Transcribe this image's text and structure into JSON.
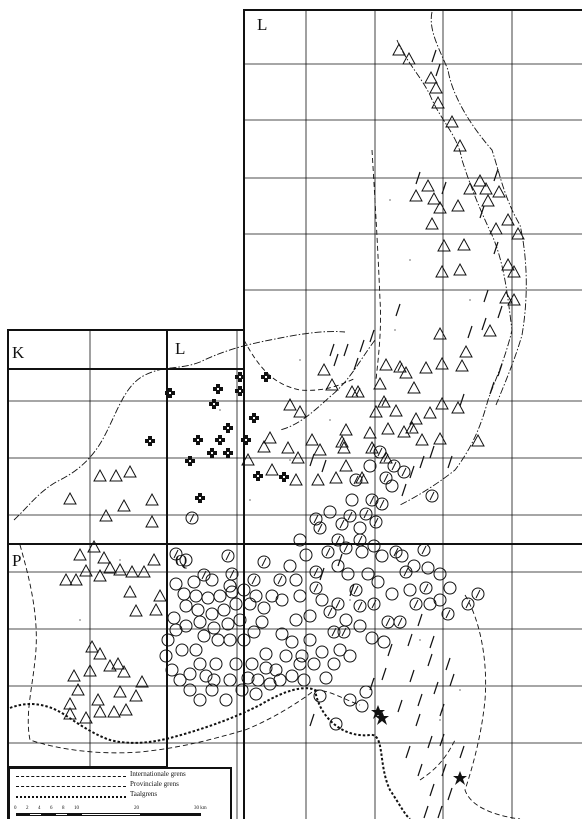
{
  "sheet_labels": [
    "L",
    "K",
    "L",
    "P",
    "Q"
  ],
  "legend": {
    "items": [
      {
        "label": "Internationale grens",
        "style": "dash-dot"
      },
      {
        "label": "Provinciale grens",
        "style": "dashed"
      },
      {
        "label": "Taalgrens",
        "style": "dotted-heavy"
      }
    ],
    "scale": {
      "ticks": [
        "0",
        "2",
        "4",
        "6",
        "8",
        "10",
        "20",
        "30 km"
      ]
    }
  },
  "symbols": {
    "triangle": "plain-triangle",
    "circle": "plain-circle",
    "slashed_circle": "slashed-circle",
    "slashed_triangle": "slashed-triangle",
    "cross": "cross-symbol",
    "star": "star-symbol",
    "slash": "slash-mark"
  },
  "colors": {
    "ink": "#111111",
    "paper": "#ffffff"
  }
}
